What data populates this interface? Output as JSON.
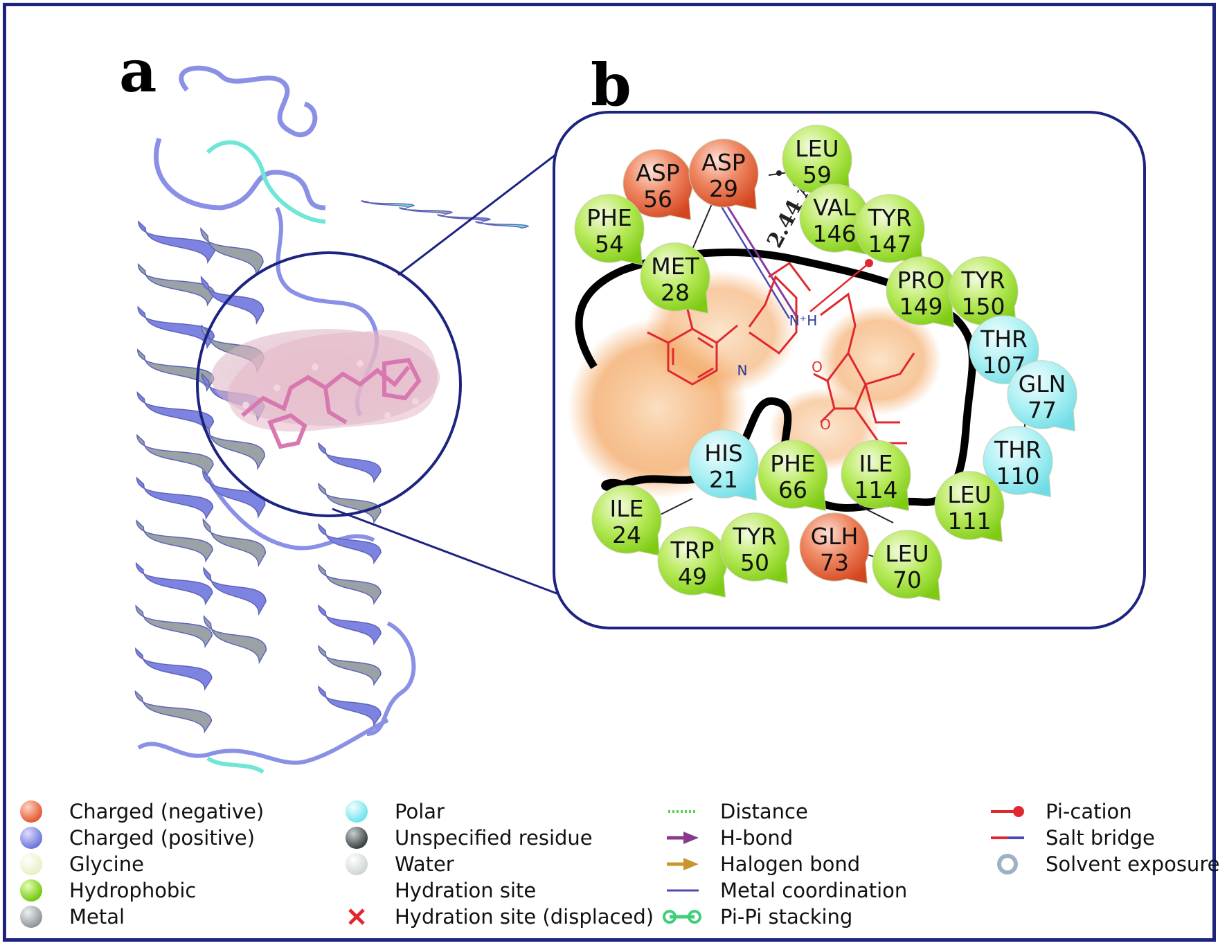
{
  "panels": {
    "a": "a",
    "b": "b"
  },
  "distance_label": "2.44 Å",
  "ligand_atoms": {
    "n_plus": "N⁺H",
    "n_ring": "N",
    "o_ring": "O",
    "o_keto": "O"
  },
  "residues": [
    {
      "id": "asp56",
      "name": "ASP",
      "num": "56",
      "kind": "negative"
    },
    {
      "id": "asp29",
      "name": "ASP",
      "num": "29",
      "kind": "negative"
    },
    {
      "id": "leu59",
      "name": "LEU",
      "num": "59",
      "kind": "hydrophobic"
    },
    {
      "id": "phe54",
      "name": "PHE",
      "num": "54",
      "kind": "hydrophobic"
    },
    {
      "id": "val146",
      "name": "VAL",
      "num": "146",
      "kind": "hydrophobic"
    },
    {
      "id": "tyr147",
      "name": "TYR",
      "num": "147",
      "kind": "hydrophobic"
    },
    {
      "id": "met28",
      "name": "MET",
      "num": "28",
      "kind": "hydrophobic"
    },
    {
      "id": "pro149",
      "name": "PRO",
      "num": "149",
      "kind": "hydrophobic"
    },
    {
      "id": "tyr150",
      "name": "TYR",
      "num": "150",
      "kind": "hydrophobic"
    },
    {
      "id": "thr107",
      "name": "THR",
      "num": "107",
      "kind": "polar"
    },
    {
      "id": "gln77",
      "name": "GLN",
      "num": "77",
      "kind": "polar"
    },
    {
      "id": "thr110",
      "name": "THR",
      "num": "110",
      "kind": "polar"
    },
    {
      "id": "his21",
      "name": "HIS",
      "num": "21",
      "kind": "polar"
    },
    {
      "id": "phe66",
      "name": "PHE",
      "num": "66",
      "kind": "hydrophobic"
    },
    {
      "id": "ile114",
      "name": "ILE",
      "num": "114",
      "kind": "hydrophobic"
    },
    {
      "id": "leu111",
      "name": "LEU",
      "num": "111",
      "kind": "hydrophobic"
    },
    {
      "id": "ile24",
      "name": "ILE",
      "num": "24",
      "kind": "hydrophobic"
    },
    {
      "id": "trp49",
      "name": "TRP",
      "num": "49",
      "kind": "hydrophobic"
    },
    {
      "id": "tyr50",
      "name": "TYR",
      "num": "50",
      "kind": "hydrophobic"
    },
    {
      "id": "glh73",
      "name": "GLH",
      "num": "73",
      "kind": "negative"
    },
    {
      "id": "leu70",
      "name": "LEU",
      "num": "70",
      "kind": "hydrophobic"
    }
  ],
  "legend": {
    "col1": [
      {
        "label": "Charged (negative)",
        "icon": "negative-ball",
        "color": "#e8603a"
      },
      {
        "label": "Charged (positive)",
        "icon": "positive-ball",
        "color": "#7d83e0"
      },
      {
        "label": "Glycine",
        "icon": "glycine-ball",
        "color": "#f2f8dc"
      },
      {
        "label": "Hydrophobic",
        "icon": "hydrophobic-ball",
        "color": "#8fd61e"
      },
      {
        "label": "Metal",
        "icon": "metal-ball",
        "color": "#a5adb0"
      }
    ],
    "col2": [
      {
        "label": "Polar",
        "icon": "polar-ball",
        "color": "#8ee9ef"
      },
      {
        "label": "Unspecified residue",
        "icon": "unspecified-ball",
        "color": "#555a5e"
      },
      {
        "label": "Water",
        "icon": "water-ball",
        "color": "#dfe3e3"
      },
      {
        "label": "Hydration site",
        "icon": "hydration-site-icon",
        "color": "#ffffff"
      },
      {
        "label": "Hydration site (displaced)",
        "icon": "cross-icon",
        "color": "#e0282f"
      }
    ],
    "col3": [
      {
        "label": "Distance",
        "icon": "dotted-line-icon",
        "color": "#55d64a"
      },
      {
        "label": "H-bond",
        "icon": "arrow-icon",
        "color": "#8a3a8a"
      },
      {
        "label": "Halogen bond",
        "icon": "arrow-icon",
        "color": "#c8962a"
      },
      {
        "label": "Metal coordination",
        "icon": "line-icon",
        "color": "#4a4ab0"
      },
      {
        "label": "Pi-Pi stacking",
        "icon": "dumbbell-icon",
        "color": "#3fcf7a"
      }
    ],
    "col4": [
      {
        "label": "Pi-cation",
        "icon": "pi-cation-icon",
        "color": "#e0282f"
      },
      {
        "label": "Salt bridge",
        "icon": "salt-bridge-icon",
        "color": "#e0282f"
      },
      {
        "label": "Solvent exposure",
        "icon": "solvent-ring-icon",
        "color": "#9fb0c8"
      }
    ]
  },
  "colors": {
    "frame": "#1c2480",
    "helix_blue": "#7d83e0",
    "helix_grey": "#9aa2a6",
    "turn_cyan": "#6fe6d6",
    "ligand": "#e0282f",
    "pocket_orange": "#f3a763"
  }
}
